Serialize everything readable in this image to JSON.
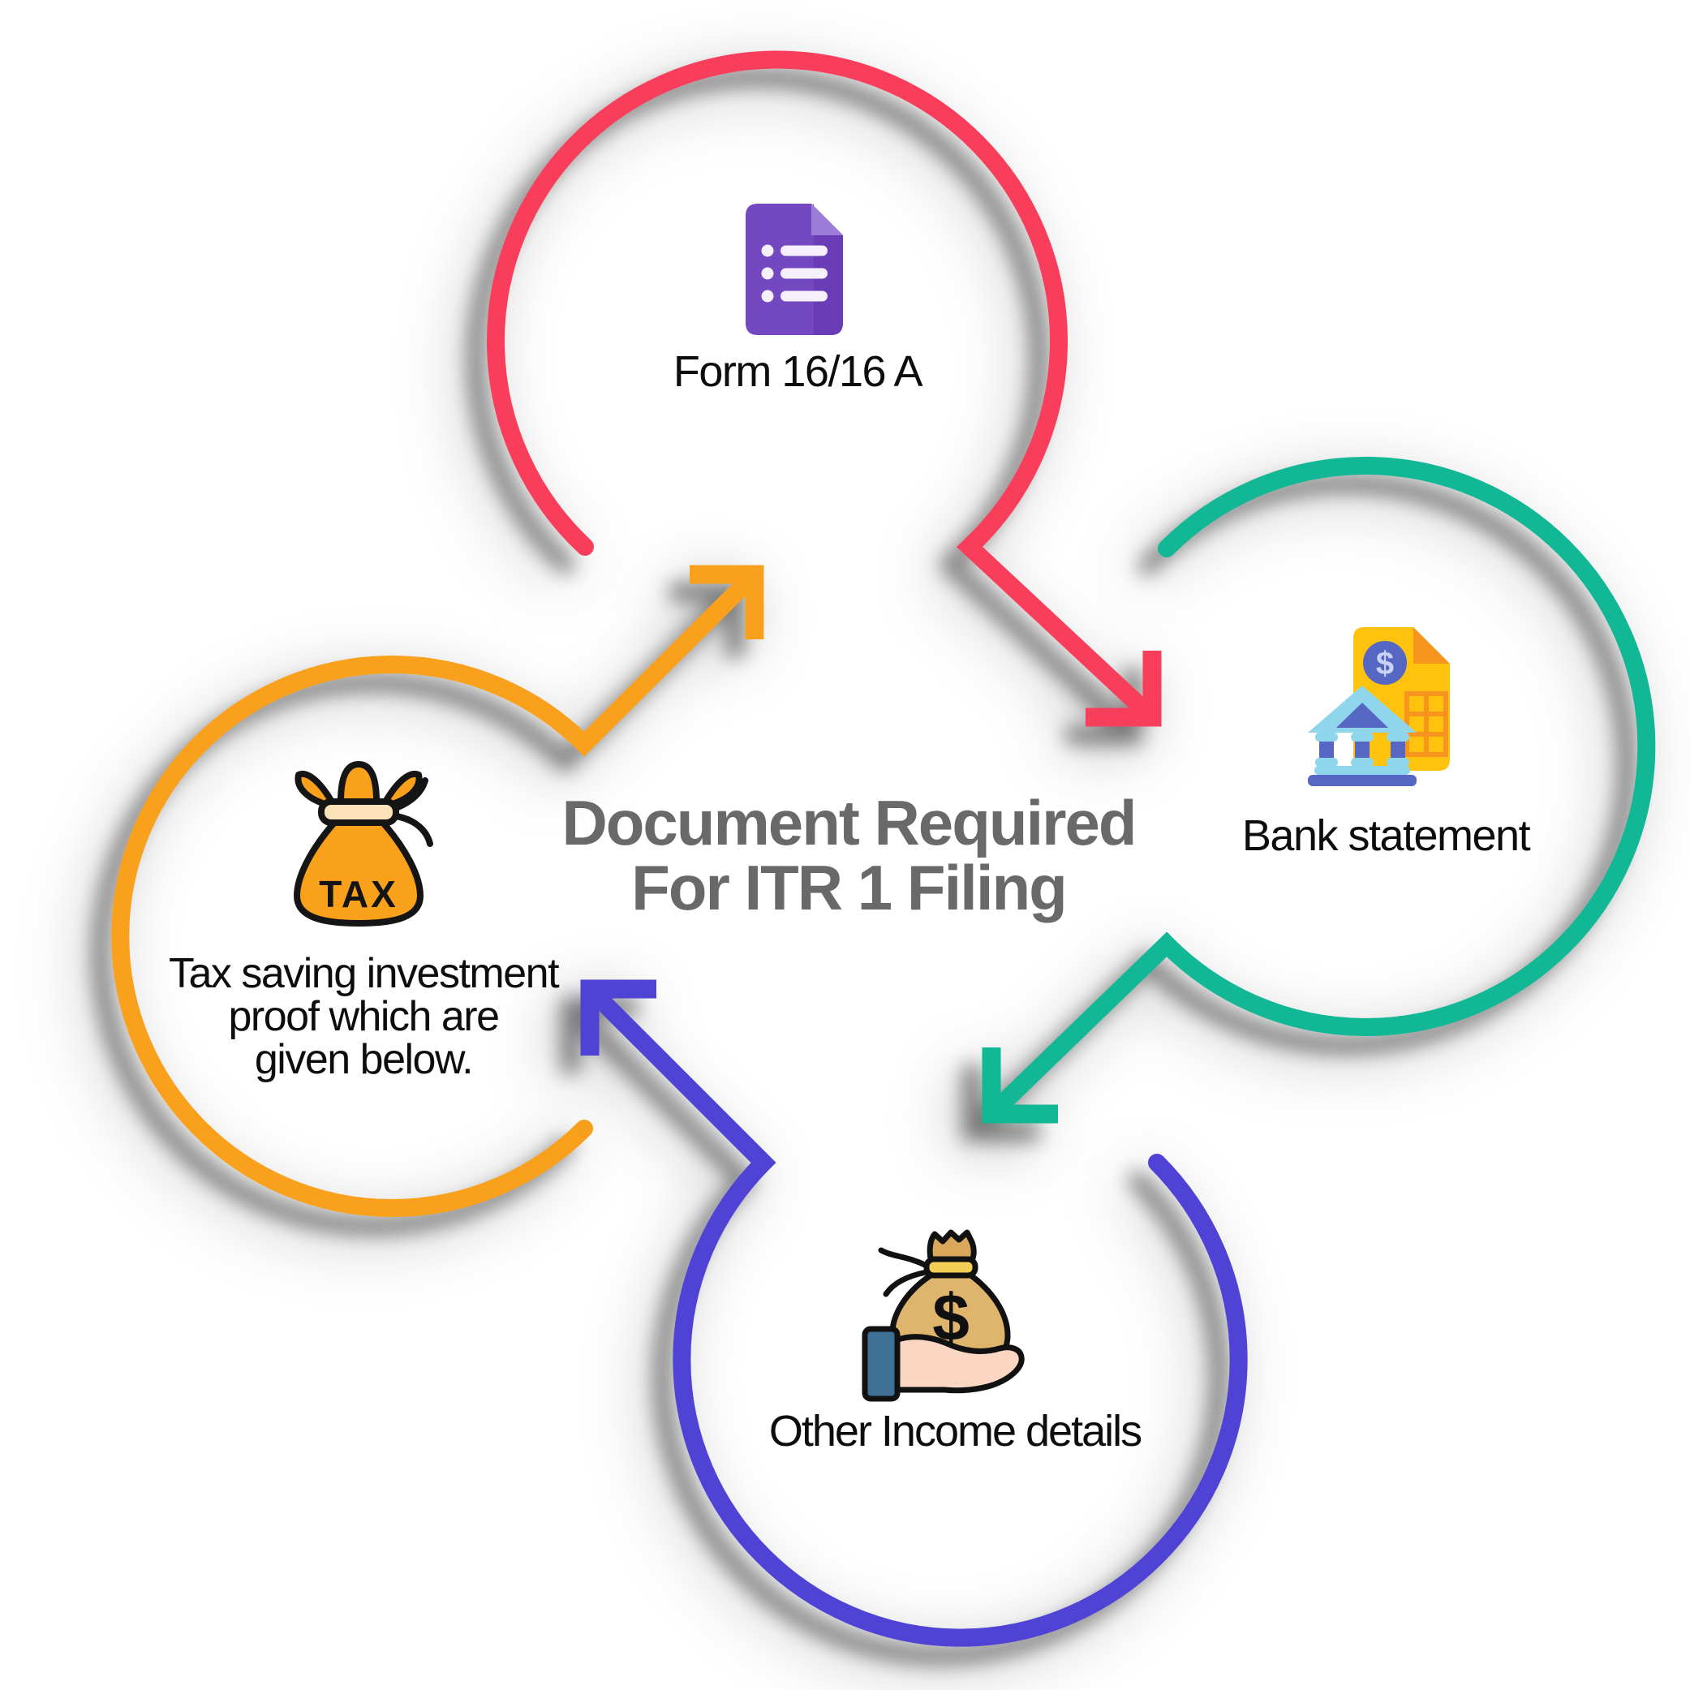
{
  "title": {
    "line1": "Document Required",
    "line2": "For ITR 1 Filing",
    "color": "#696969"
  },
  "nodes": [
    {
      "id": "form16",
      "label": "Form 16/16 A",
      "accent": "#f93e5c"
    },
    {
      "id": "bank",
      "label": "Bank statement",
      "accent": "#12b795"
    },
    {
      "id": "tax_proof",
      "label": "Tax saving investment\nproof which are\ngiven below.",
      "accent": "#f9a11c"
    },
    {
      "id": "other_income",
      "label": "Other Income details",
      "accent": "#4f43d6"
    }
  ],
  "icon_glyphs": {
    "tax": "TAX",
    "dollar": "$"
  }
}
